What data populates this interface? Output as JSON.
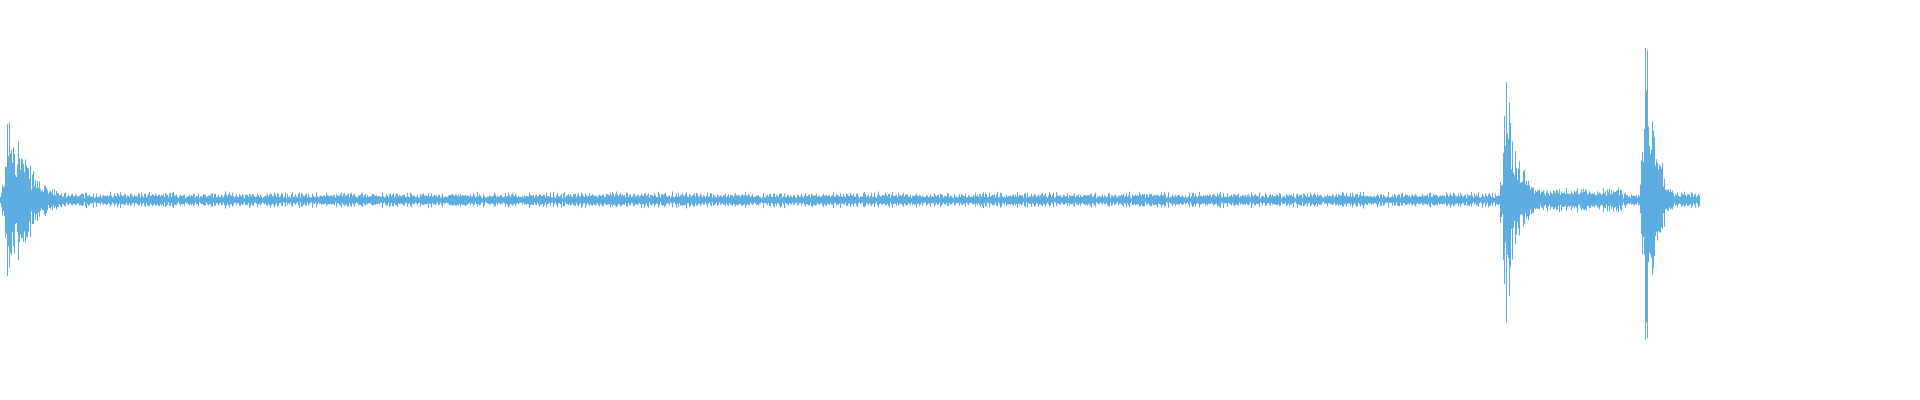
{
  "waveform": {
    "color": "#5DADE2",
    "background": "#ffffff",
    "bursts": [
      {
        "at": 0.004,
        "amplitude": 0.58,
        "decay": 0.01
      },
      {
        "at": 0.784,
        "amplitude": 0.76,
        "decay": 0.006
      },
      {
        "at": 0.857,
        "amplitude": 1.0,
        "decay": 0.005
      }
    ],
    "baseline_amplitude": 0.03,
    "end_fraction": 0.885
  }
}
